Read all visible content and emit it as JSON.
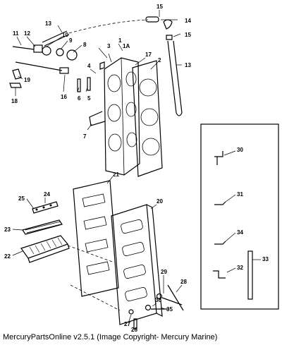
{
  "diagram": {
    "callouts": [
      "1",
      "1A",
      "2",
      "3",
      "4",
      "5",
      "6",
      "7",
      "8",
      "9",
      "10",
      "11",
      "12",
      "13",
      "13",
      "14",
      "15",
      "15",
      "16",
      "17",
      "18",
      "19",
      "20",
      "21",
      "22",
      "23",
      "24",
      "25",
      "26",
      "27",
      "28",
      "29",
      "30",
      "31",
      "32",
      "33",
      "34",
      "35",
      "36"
    ]
  },
  "caption": "MercuryPartsOnline v2.5.1 (Image Copyright- Mercury Marine)"
}
